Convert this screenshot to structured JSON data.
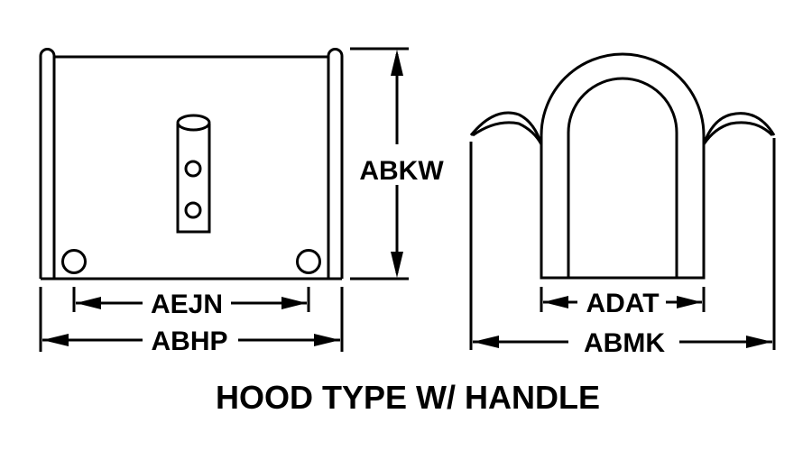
{
  "title": "HOOD TYPE W/ HANDLE",
  "dimensions": {
    "height": "ABKW",
    "inner_width_front": "AEJN",
    "overall_width_front": "ABHP",
    "handle_width": "ADAT",
    "overall_width_side": "ABMK"
  }
}
